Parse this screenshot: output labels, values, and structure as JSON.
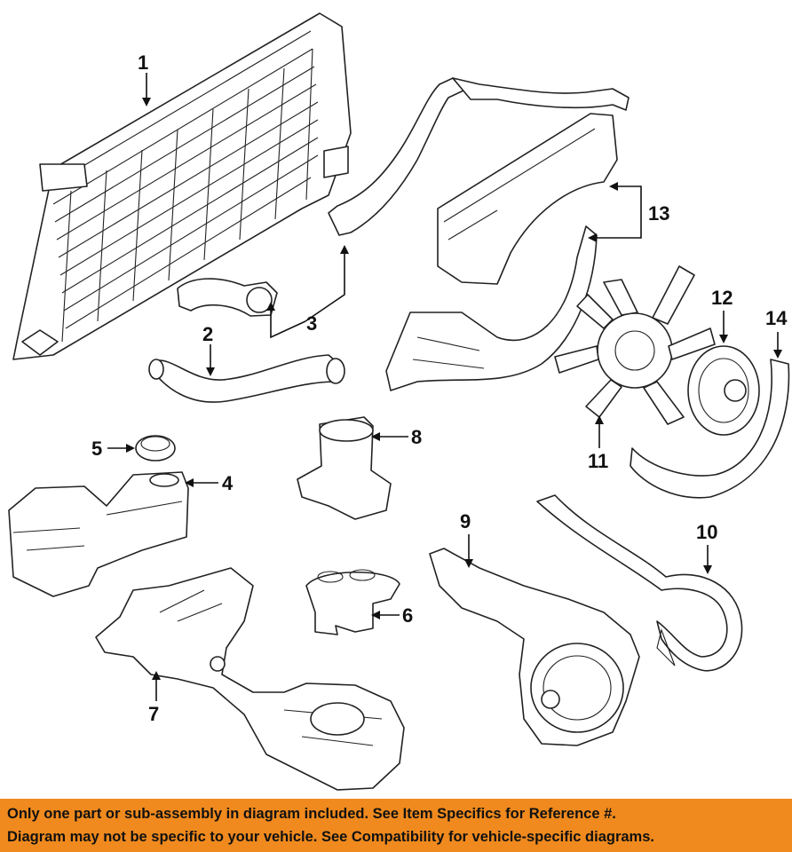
{
  "callouts": {
    "c1": "1",
    "c2": "2",
    "c3": "3",
    "c4": "4",
    "c5": "5",
    "c6": "6",
    "c7": "7",
    "c8": "8",
    "c9": "9",
    "c10": "10",
    "c11": "11",
    "c12": "12",
    "c13": "13",
    "c14": "14"
  },
  "footer": {
    "line1": "Only one part or sub-assembly in diagram included. See Item Specifics for Reference #.",
    "line2": "Diagram may not be specific to your vehicle. See Compatibility for vehicle-specific diagrams."
  },
  "colors": {
    "footer_bg": "#f08a1e",
    "line": "#222222"
  }
}
